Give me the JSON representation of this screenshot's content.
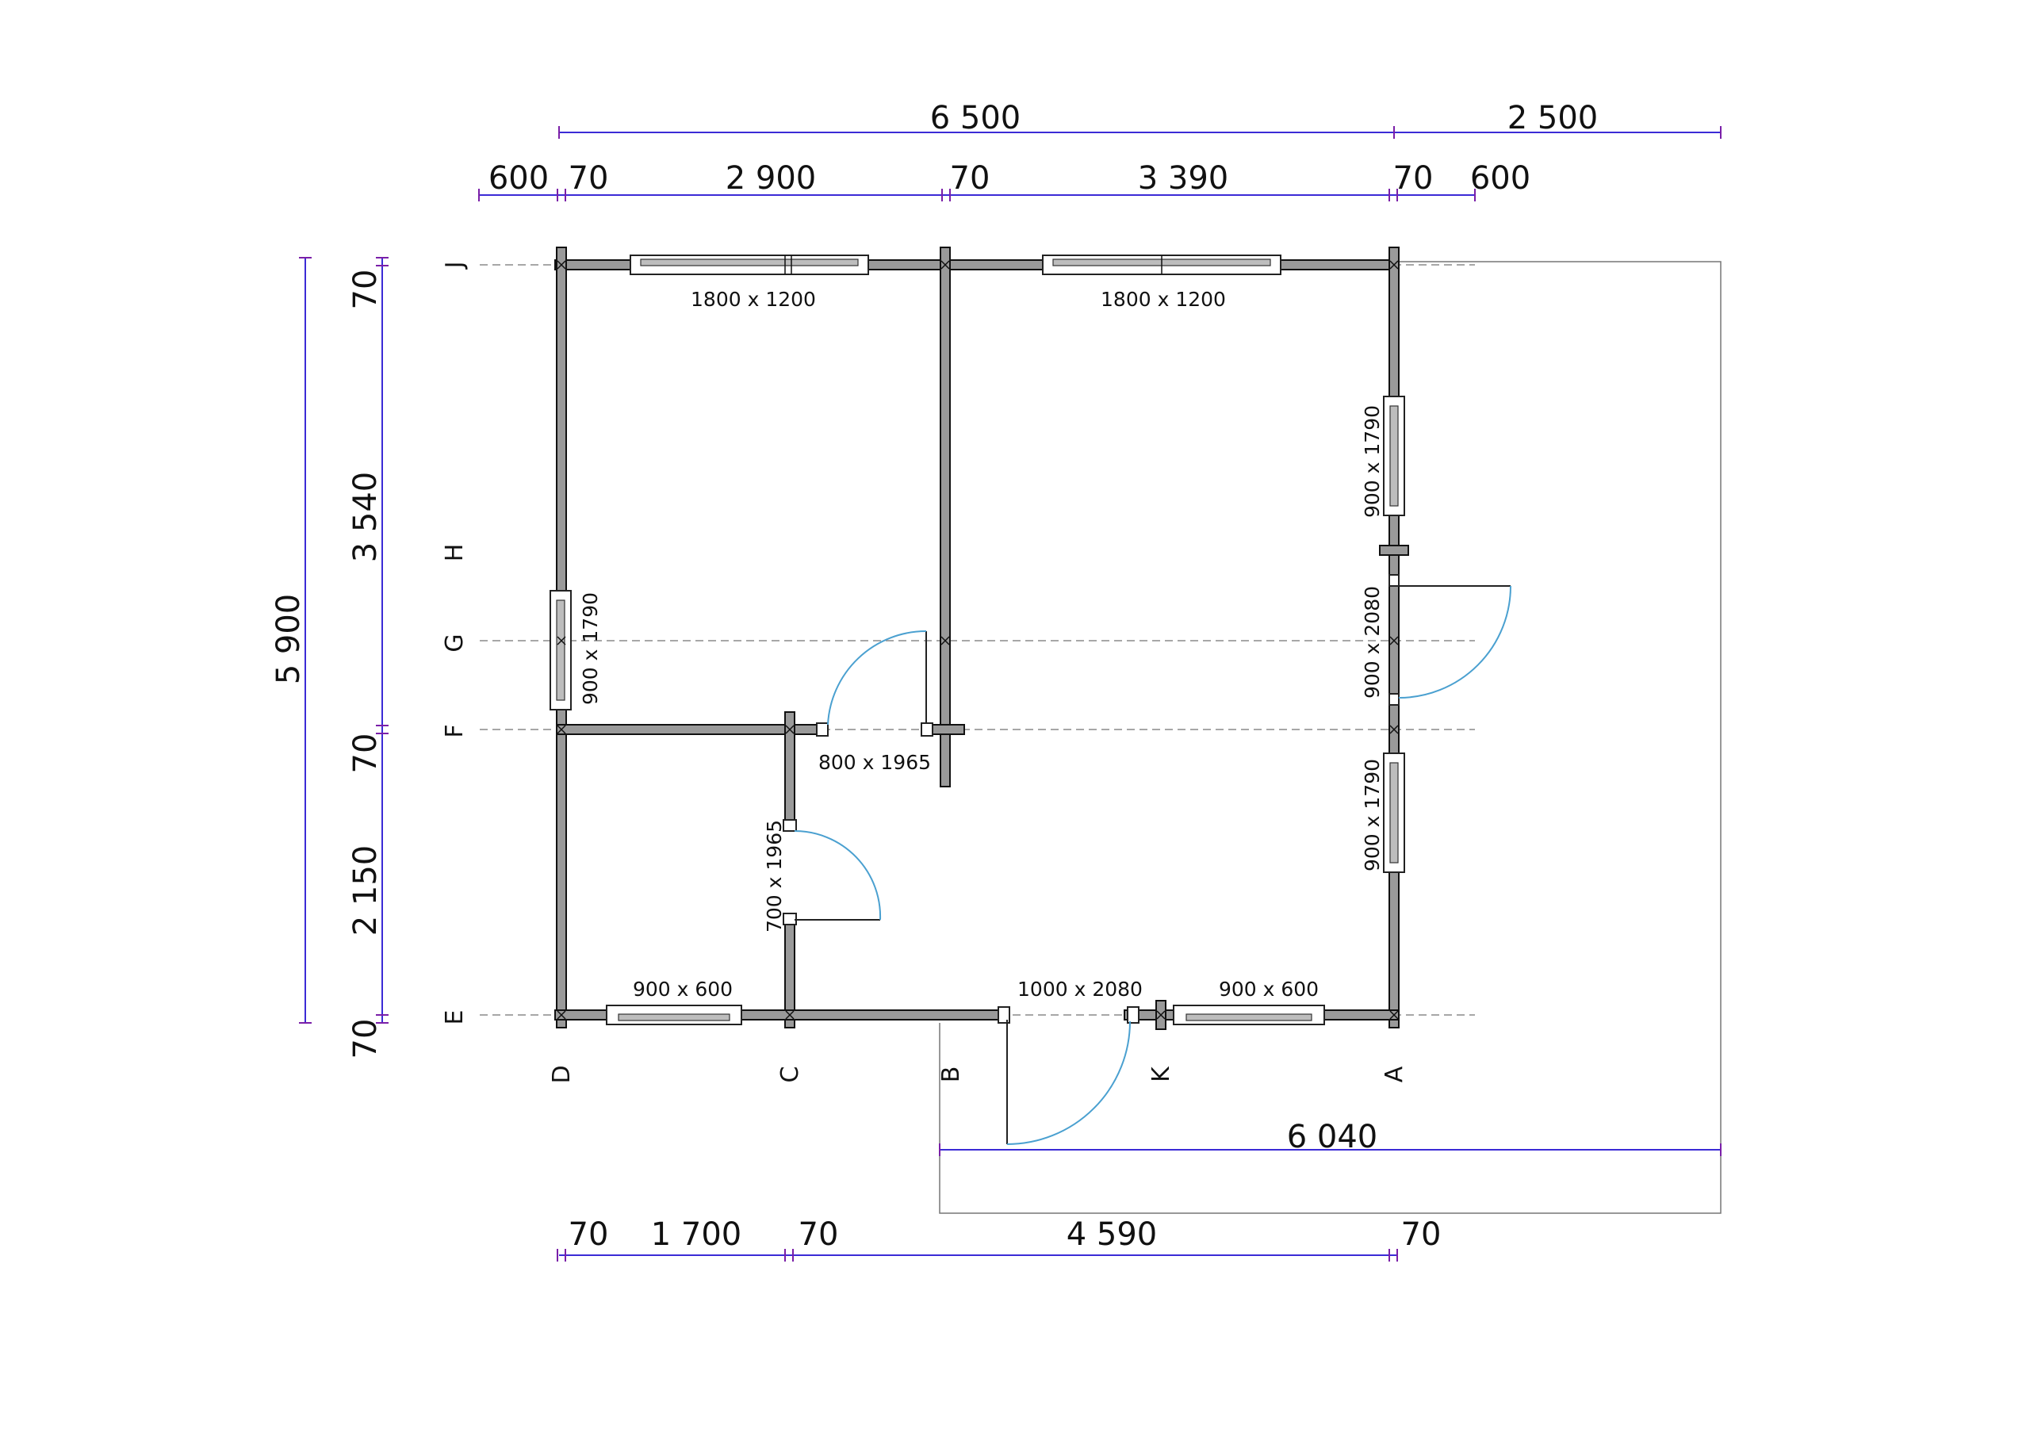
{
  "dimensions": {
    "top_overall": [
      "6 500",
      "2 500"
    ],
    "top_detail": [
      "600",
      "70",
      "2 900",
      "70",
      "3 390",
      "70",
      "600"
    ],
    "left_overall": "5 900",
    "left_detail": [
      "70",
      "3 540",
      "70",
      "2 150",
      "70"
    ],
    "bottom_detail": [
      "70",
      "1 700",
      "70",
      "4 590",
      "70"
    ],
    "terrace": "6 040"
  },
  "grid_rows": [
    "J",
    "H",
    "G",
    "F",
    "E"
  ],
  "grid_cols": [
    "D",
    "C",
    "B",
    "K",
    "A"
  ],
  "openings": {
    "window_top_left": "1800 x 1200",
    "window_top_right": "1800 x 1200",
    "window_right_upper": "900 x 1790",
    "door_right": "900 x 2080",
    "window_right_lower": "900 x 1790",
    "window_left": "900 x 1790",
    "door_interior_f": "800 x 1965",
    "door_interior_c": "700 x 1965",
    "window_bottom_left": "900 x 600",
    "door_entrance": "1000 x 2080",
    "window_bottom_right": "900 x 600"
  }
}
